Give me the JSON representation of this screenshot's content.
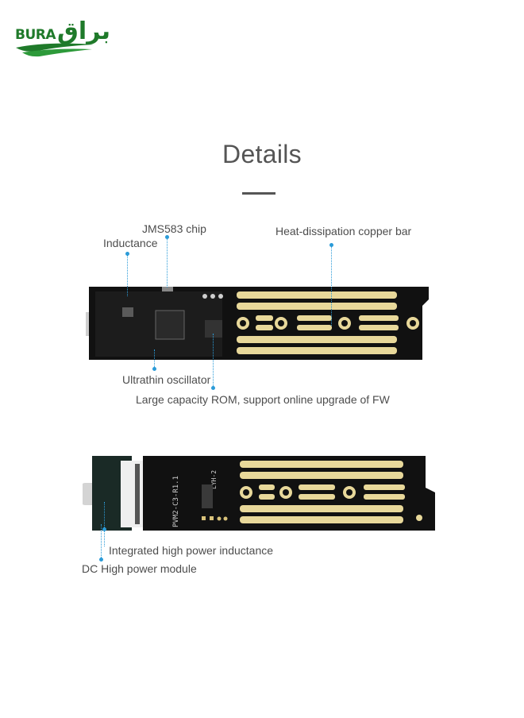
{
  "brand": {
    "name_latin": "BURA",
    "name_arabic": "براق",
    "color": "#1f7a2a"
  },
  "heading": {
    "title": "Details"
  },
  "colors": {
    "accent_dot": "#2b9bd8",
    "pcb": "#111111",
    "gold": "#e8d89a"
  },
  "top_board": {
    "labels": {
      "jms583_chip": "JMS583 chip",
      "inductance": "Inductance",
      "heat_bar": "Heat-dissipation copper bar",
      "oscillator": "Ultrathin oscillator",
      "rom": "Large capacity ROM, support online upgrade of FW"
    }
  },
  "bottom_board": {
    "silkscreen_model": "PVM2-C3-R1.1",
    "silkscreen_code": "LYH-2",
    "labels": {
      "integrated_inductance": "Integrated high power inductance",
      "dc_module": "DC High power module"
    }
  }
}
